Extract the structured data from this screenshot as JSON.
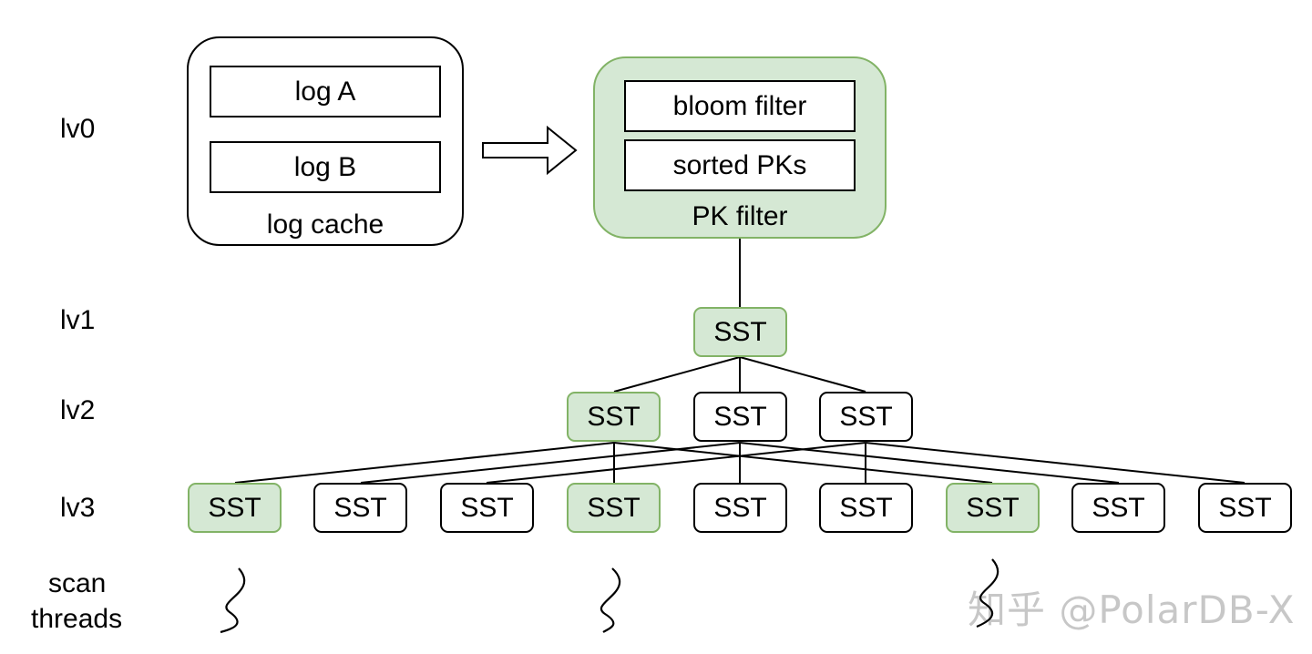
{
  "levels": {
    "lv0": "lv0",
    "lv1": "lv1",
    "lv2": "lv2",
    "lv3": "lv3",
    "scan_line1": "scan",
    "scan_line2": "threads"
  },
  "log_cache": {
    "log_a": "log A",
    "log_b": "log B",
    "caption": "log cache"
  },
  "pk_filter": {
    "bloom": "bloom filter",
    "sorted": "sorted PKs",
    "caption": "PK filter"
  },
  "sst_label": "SST",
  "sst_lv2_highlight": [
    true,
    false,
    false
  ],
  "sst_lv3_highlight": [
    true,
    false,
    false,
    true,
    false,
    false,
    true,
    false,
    false
  ],
  "colors": {
    "highlight_fill": "#d5e8d4",
    "highlight_stroke": "#82b366"
  },
  "watermark": "知乎 @PolarDB-X"
}
